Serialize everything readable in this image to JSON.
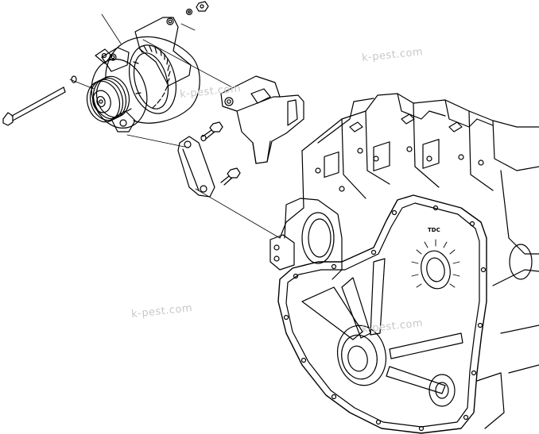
{
  "watermarks": [
    "k-pest.com",
    "k-pest.com",
    "k-pest.com",
    "k-pest.com"
  ],
  "engine_markings": {
    "timing_mark": "TDC"
  },
  "colors": {
    "line": "#000000",
    "background": "#ffffff",
    "watermark": "#c8c8c8"
  }
}
